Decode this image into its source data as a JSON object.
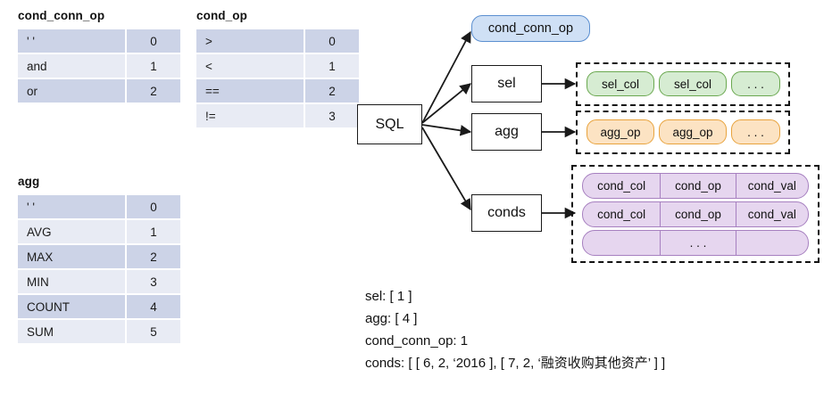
{
  "tables": [
    {
      "name": "cond-conn-op-table",
      "title": "cond_conn_op",
      "rows": [
        {
          "key": "' '",
          "value": "0"
        },
        {
          "key": "and",
          "value": "1"
        },
        {
          "key": "or",
          "value": "2"
        }
      ]
    },
    {
      "name": "cond-op-table",
      "title": "cond_op",
      "rows": [
        {
          "key": ">",
          "value": "0"
        },
        {
          "key": "<",
          "value": "1"
        },
        {
          "key": "==",
          "value": "2"
        },
        {
          "key": "!=",
          "value": "3"
        }
      ]
    },
    {
      "name": "agg-table",
      "title": "agg",
      "rows": [
        {
          "key": "' '",
          "value": "0"
        },
        {
          "key": "AVG",
          "value": "1"
        },
        {
          "key": "MAX",
          "value": "2"
        },
        {
          "key": "MIN",
          "value": "3"
        },
        {
          "key": "COUNT",
          "value": "4"
        },
        {
          "key": "SUM",
          "value": "5"
        }
      ]
    }
  ],
  "diagram": {
    "root_label": "SQL",
    "branches": {
      "cond_conn_op": "cond_conn_op",
      "sel": "sel",
      "agg": "agg",
      "conds": "conds"
    },
    "sel_items": [
      "sel_col",
      "sel_col",
      ". . ."
    ],
    "agg_items": [
      "agg_op",
      "agg_op",
      ". . ."
    ],
    "cond_rows": [
      [
        "cond_col",
        "cond_op",
        "cond_val"
      ],
      [
        "cond_col",
        "cond_op",
        "cond_val"
      ],
      [
        "",
        ". . .",
        ""
      ]
    ]
  },
  "caption": {
    "lines": [
      "sel: [ 1 ]",
      "agg: [ 4 ]",
      "cond_conn_op: 1",
      "conds: [ [ 6, 2, ‘2016 ], [ 7, 2, ‘融资收购其他资产’ ] ]"
    ]
  },
  "colors": {
    "table_row_dark": "#ccd3e7",
    "table_row_light": "#e8ebf4",
    "blue_fill": "#cfe0f5",
    "blue_stroke": "#5b8fd0",
    "green_fill": "#d6ecd2",
    "green_stroke": "#6aa84f",
    "orange_fill": "#fce3c3",
    "orange_stroke": "#e8a33d",
    "purple_fill": "#e6d6ef",
    "purple_stroke": "#a780c0",
    "ink": "#1a1a1a"
  }
}
